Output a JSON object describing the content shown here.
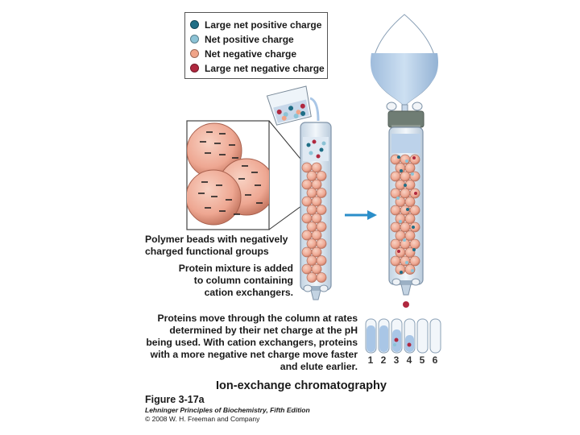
{
  "legend": {
    "items": [
      {
        "label": "Large net positive charge",
        "color": "#1f6e86"
      },
      {
        "label": "Net positive charge",
        "color": "#8cc3d6"
      },
      {
        "label": "Net negative charge",
        "color": "#f0a488"
      },
      {
        "label": "Large net negative charge",
        "color": "#b0283f"
      }
    ]
  },
  "labels": {
    "beads": "Polymer beads with negatively\ncharged functional groups",
    "mixture": "Protein mixture is added\nto column containing\ncation exchangers.",
    "description": "Proteins move through the column at rates\ndetermined by their net charge at the pH\nbeing used. With cation exchangers, proteins\nwith a more negative net charge move faster\nand elute earlier."
  },
  "tubes": [
    "1",
    "2",
    "3",
    "4",
    "5",
    "6"
  ],
  "title": "Ion-exchange chromatography",
  "figure": "Figure 3-17a",
  "book": "Lehninger Principles of Biochemistry, Fifth Edition",
  "copyright": "© 2008 W. H. Freeman and Company",
  "colors": {
    "bead": "#eea792",
    "buffer": "#a9c6e6",
    "glass": "#d9e6f2"
  }
}
